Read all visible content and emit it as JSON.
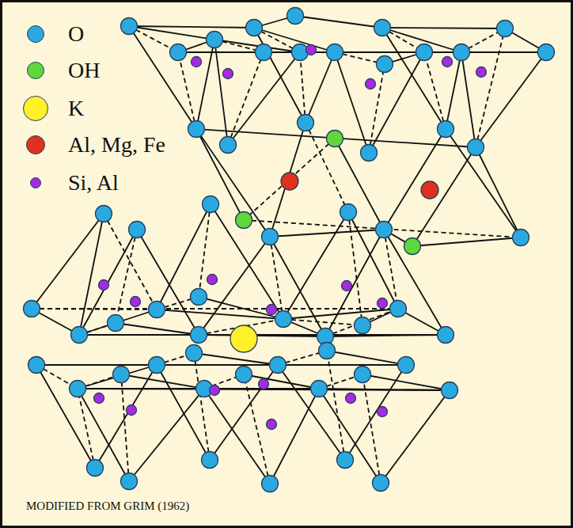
{
  "diagram": {
    "caption": "MODIFIED FROM GRIM (1962)",
    "legend": [
      {
        "text": "O",
        "color": "#2aa9e0"
      },
      {
        "text": "OH",
        "color": "#5fd63a"
      },
      {
        "text": "K",
        "color": "#fff02a"
      },
      {
        "text": "Al, Mg, Fe",
        "color": "#e0301e"
      },
      {
        "text": "Si, Al",
        "color": "#a52ae0"
      }
    ]
  }
}
